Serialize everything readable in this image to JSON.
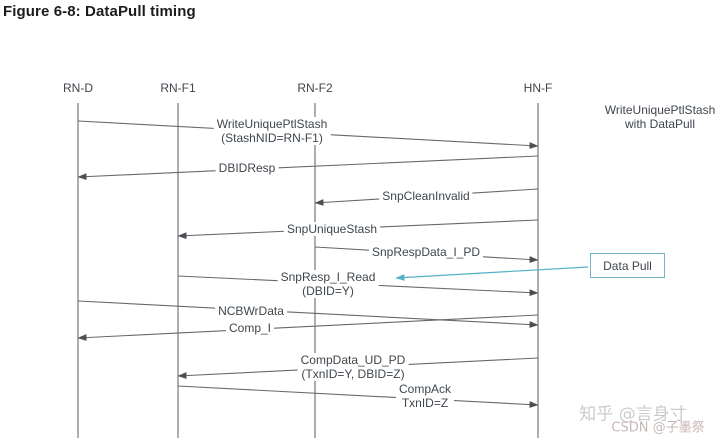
{
  "title": "Figure 6-8: DataPull timing",
  "diagram": {
    "nodes": [
      {
        "label": "RN-D"
      },
      {
        "label": "RN-F1"
      },
      {
        "label": "RN-F2"
      },
      {
        "label": "HN-F"
      }
    ],
    "messages": [
      {
        "line1": "WriteUniquePtlStash",
        "line2": "(StashNID=RN-F1)",
        "from": "RN-D",
        "to": "HN-F"
      },
      {
        "line1": "DBIDResp",
        "from": "HN-F",
        "to": "RN-D"
      },
      {
        "line1": "SnpCleanInvalid",
        "from": "HN-F",
        "to": "RN-F2"
      },
      {
        "line1": "SnpUniqueStash",
        "from": "HN-F",
        "to": "RN-F1"
      },
      {
        "line1": "SnpRespData_I_PD",
        "from": "RN-F2",
        "to": "HN-F"
      },
      {
        "line1": "SnpResp_I_Read",
        "line2": "(DBID=Y)",
        "from": "RN-F1",
        "to": "HN-F"
      },
      {
        "line1": "NCBWrData",
        "from": "RN-D",
        "to": "HN-F"
      },
      {
        "line1": "Comp_I",
        "from": "HN-F",
        "to": "RN-D"
      },
      {
        "line1": "CompData_UD_PD",
        "line2": "(TxnID=Y, DBID=Z)",
        "from": "HN-F",
        "to": "RN-F1"
      },
      {
        "line1": "CompAck",
        "line2": "TxnID=Z",
        "from": "RN-F1",
        "to": "HN-F"
      }
    ],
    "annotation": {
      "line1": "WriteUniquePtlStash",
      "line2": "with DataPull"
    },
    "callout": {
      "label": "Data Pull"
    },
    "colors": {
      "arrow_line": "#65696d",
      "lifeline": "#74777a",
      "text": "#3f464d",
      "title_text": "#1b1c1e",
      "callout_border": "#74b6c9",
      "callout_arrow": "#53b1c6"
    }
  },
  "watermarks": {
    "zhihu": "知乎 @言身寸",
    "csdn": "CSDN @子墨祭"
  }
}
